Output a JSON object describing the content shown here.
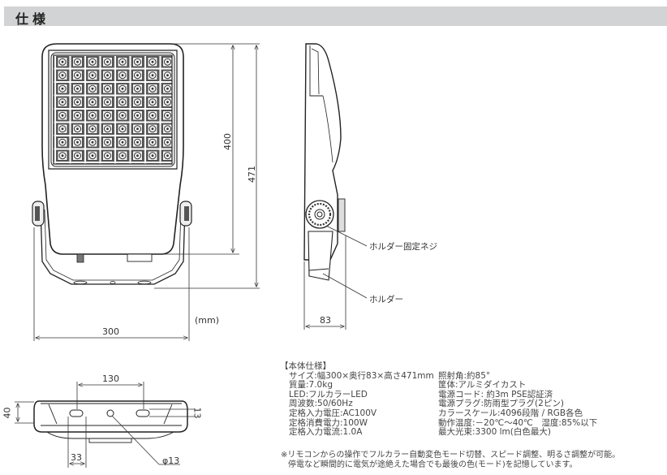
{
  "header": {
    "title": "仕様"
  },
  "front_view": {
    "dim_width": "300",
    "dim_height_body": "400",
    "dim_height_total": "471",
    "unit": "(mm)",
    "led_grid": {
      "rows": 8,
      "cols": 8
    }
  },
  "side_view": {
    "dim_depth": "83",
    "callouts": [
      {
        "label": "ホルダー固定ネジ"
      },
      {
        "label": "ホルダー"
      }
    ]
  },
  "bottom_view": {
    "dim_hole_spacing": "130",
    "dim_height": "40",
    "dim_slot": "13",
    "dim_slot_length": "33",
    "dim_hole_diameter": "φ13"
  },
  "specs": {
    "title": "【本体仕様】",
    "left": [
      "サイズ:幅300×奥行83×高さ471mm",
      "質量:7.0kg",
      "LED:フルカラーLED",
      "周波数:50/60Hz",
      "定格入力電圧:AC100V",
      "定格消費電力:100W",
      "定格入力電流:1.0A"
    ],
    "right": [
      "照射角:約85°",
      "筐体:アルミダイカスト",
      "電源コード: 約3m  PSE認証済",
      "電源プラグ:防雨型プラグ(2ピン)",
      "カラースケール:4096段階 / RGB各色",
      "動作温度:－20℃～40℃　湿度:85%以下",
      "最大光束:3300 lm(白色最大)"
    ]
  },
  "note": {
    "line1": "※リモコンからの操作でフルカラー自動変色モード切替、スピード調整、明るさ調整が可能。",
    "line2": "停電など瞬間的に電気が途絶えた場合でも最後の色(モード)を記憶しています。"
  }
}
